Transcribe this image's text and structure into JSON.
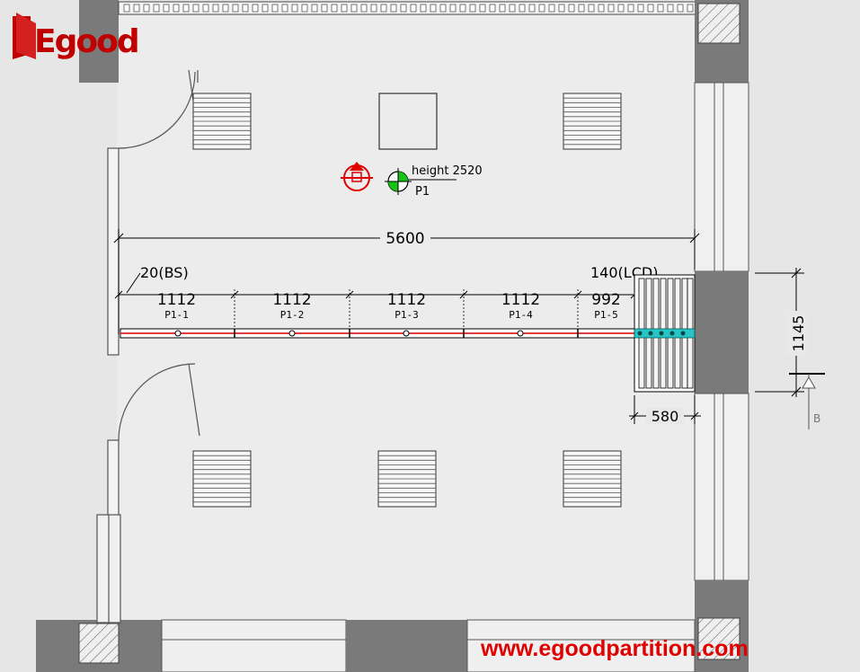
{
  "logo": {
    "text": "Egood",
    "color": "#c00000"
  },
  "website": {
    "text": "www.egoodpartition.com",
    "color": "#e00000"
  },
  "annotations": {
    "height": "height 2520",
    "partition_id": "P1",
    "section_mark": "B"
  },
  "dimensions": {
    "overall": "5600",
    "left_clearance": "20(BS)",
    "right_stack": "140(LCD)",
    "stack_depth": "580",
    "stack_length": "1145"
  },
  "panels": [
    {
      "width": "1112",
      "label": "P1-1"
    },
    {
      "width": "1112",
      "label": "P1-2"
    },
    {
      "width": "1112",
      "label": "P1-3"
    },
    {
      "width": "1112",
      "label": "P1-4"
    },
    {
      "width": "992",
      "label": "P1-5"
    }
  ],
  "colors": {
    "track": "#e23b3b",
    "panel_stack": "#26c4c4",
    "concrete": "#7a7a7a",
    "room_floor": "#ececec",
    "hvac_icon": "#e00000",
    "marker": "#16c216"
  },
  "icons": [
    "hvac-grille-icon",
    "ceiling-hatch-icon",
    "section-marker-icon",
    "height-marker-icon"
  ]
}
